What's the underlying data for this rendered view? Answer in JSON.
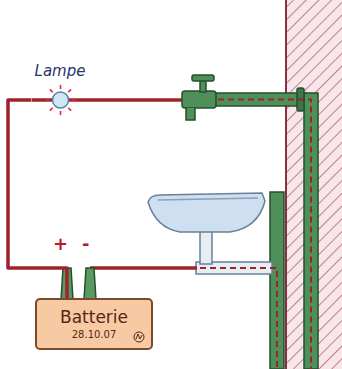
{
  "diagram": {
    "nodes": [
      {
        "text": [
          "Lampe"
        ]
      },
      {
        "text": [
          "Batterie",
          "28.10.07"
        ]
      }
    ],
    "edges": [
      {
        "from": 1,
        "to": 0,
        "arrow": "none"
      }
    ],
    "labels": [
      "+",
      "-"
    ]
  }
}
